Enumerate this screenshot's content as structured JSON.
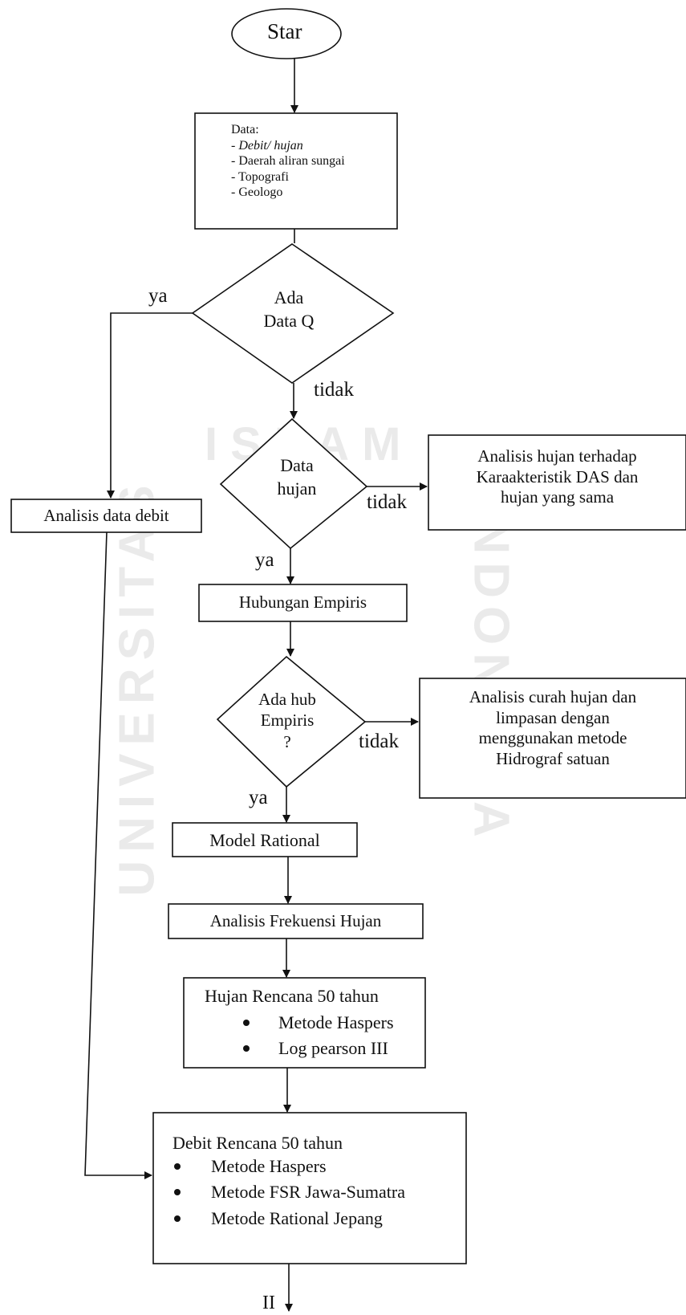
{
  "watermark": {
    "top": "ISLAM",
    "left": "UNIVERSITAS",
    "right": "INDONESIA"
  },
  "start": {
    "label": "Star"
  },
  "data_box": {
    "title": "Data:",
    "items": [
      "- Debit/ hujan",
      "- Daerah aliran sungai",
      "- Topografi",
      "- Geologo"
    ]
  },
  "decision_q": {
    "line1": "Ada",
    "line2": "Data Q",
    "yes": "ya",
    "no": "tidak"
  },
  "debit_analysis": {
    "label": "Analisis data debit"
  },
  "decision_rain": {
    "line1": "Data",
    "line2": "hujan",
    "yes": "ya",
    "no": "tidak"
  },
  "rain_das_box": {
    "lines": [
      "Analisis hujan terhadap",
      "Karaakteristik DAS dan",
      "hujan yang sama"
    ]
  },
  "empiris_box": {
    "label": "Hubungan Empiris"
  },
  "decision_hub": {
    "line1": "Ada hub",
    "line2": "Empiris",
    "line3": "?",
    "yes": "ya",
    "no": "tidak"
  },
  "hidrograf_box": {
    "lines": [
      "Analisis curah hujan dan",
      "limpasan dengan",
      "menggunakan metode",
      "Hidrograf satuan"
    ]
  },
  "rational_box": {
    "label": "Model Rational"
  },
  "frekuensi_box": {
    "label": "Analisis Frekuensi Hujan"
  },
  "hujan_rencana_box": {
    "title": "Hujan Rencana 50 tahun",
    "items": [
      "Metode Haspers",
      "Log pearson III"
    ]
  },
  "debit_rencana_box": {
    "title": "Debit Rencana 50 tahun",
    "items": [
      "Metode Haspers",
      "Metode FSR Jawa-Sumatra",
      "Metode Rational Jepang"
    ]
  },
  "connector": {
    "label": "II"
  }
}
